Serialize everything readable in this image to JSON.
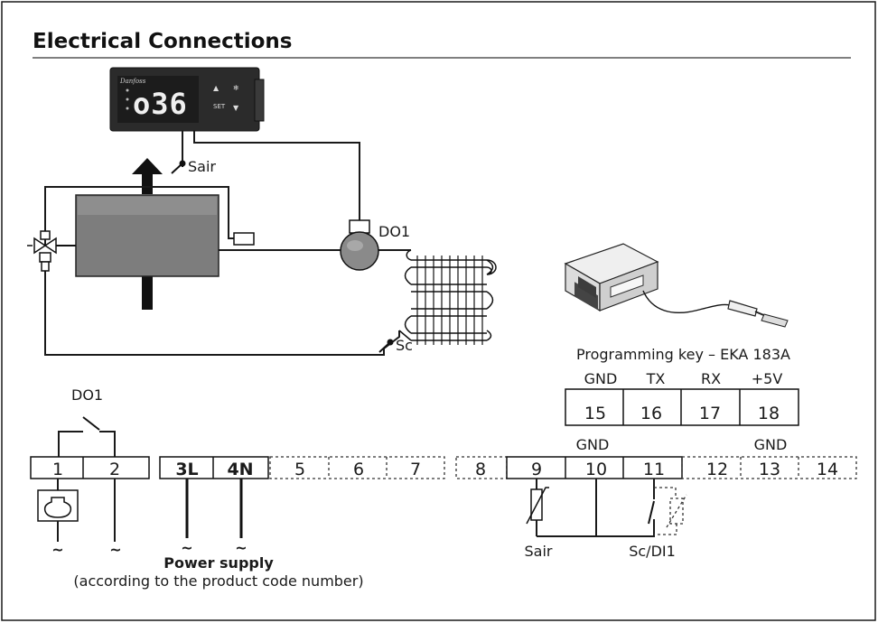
{
  "title": "Electrical Connections",
  "controller": {
    "display": "o36",
    "button_set": "SET"
  },
  "labels": {
    "sair_top": "Sair",
    "do1_top": "DO1",
    "sc_top": "Sc",
    "programming_key": "Programming key – EKA 183A",
    "do1_switch": "DO1",
    "gnd_10": "GND",
    "gnd_13": "GND",
    "sair_bottom": "Sair",
    "scdi1": "Sc/DI1",
    "power_supply": "Power supply",
    "power_note": "(according to the product code number)",
    "tilde": "~"
  },
  "key_terminals": {
    "headers": [
      "GND",
      "TX",
      "RX",
      "+5V"
    ],
    "numbers": [
      "15",
      "16",
      "17",
      "18"
    ]
  },
  "terminals": [
    "1",
    "2",
    "3L",
    "4N",
    "5",
    "6",
    "7",
    "8",
    "9",
    "10",
    "11",
    "12",
    "13",
    "14"
  ]
}
